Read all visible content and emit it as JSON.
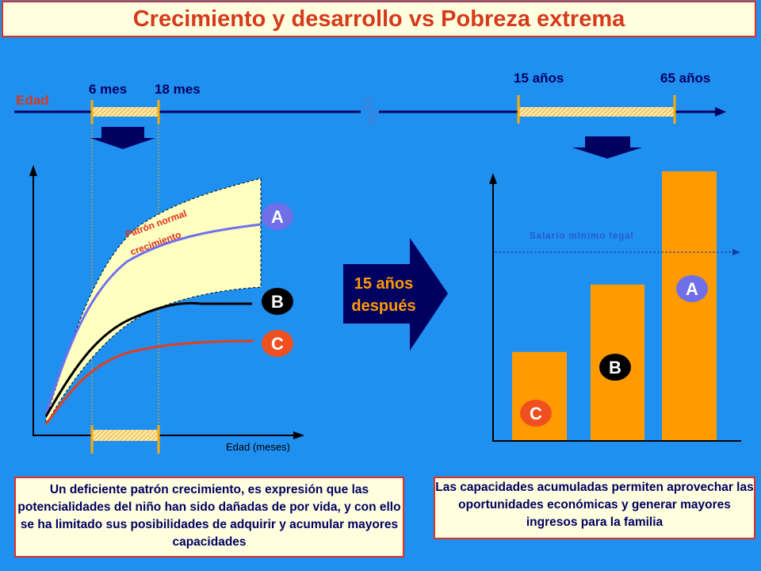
{
  "title": "Crecimiento y desarrollo vs  Pobreza extrema",
  "timeline": {
    "label": "Edad",
    "mark_6": "6 mes",
    "mark_18": "18 mes",
    "mark_15": "15 años",
    "mark_65": "65 años"
  },
  "left_chart": {
    "band_label_line1": "Patrón normal",
    "band_label_line2": "crecimiento",
    "xlabel": "Edad (meses)",
    "curve_labels": [
      "A",
      "B",
      "C"
    ]
  },
  "arrow": {
    "line1": "15 años",
    "line2": "después"
  },
  "right_chart": {
    "threshold_label": "Salario mínimo legal",
    "bar_labels": [
      "C",
      "B",
      "A"
    ]
  },
  "chart_data": [
    {
      "type": "line",
      "xlabel": "Edad (meses)",
      "series": [
        {
          "name": "A"
        },
        {
          "name": "B"
        },
        {
          "name": "C"
        }
      ]
    },
    {
      "type": "bar",
      "categories": [
        "C",
        "B",
        "A"
      ],
      "values": [
        33,
        58,
        100
      ],
      "ylim": [
        0,
        100
      ],
      "threshold": {
        "label": "Salario mínimo legal",
        "value": 70
      }
    }
  ],
  "notes": {
    "left": "Un deficiente patrón crecimiento, es expresión que las potencialidades del niño han sido dañadas de por vida, y con ello se ha limitado sus posibilidades de adquirir y acumular mayores capacidades",
    "right": "Las capacidades acumuladas permiten aprovechar las oportunidades económicas y generar mayores ingresos para la familia"
  },
  "colors": {
    "background": "#1f8ff0",
    "title_text": "#d63a1c",
    "box_fill": "#ffffe0",
    "box_border": "#e03020",
    "navy": "#000060",
    "orange_bar": "#ff9a00",
    "curve_a": "#7070ee",
    "curve_b": "#000000",
    "curve_c": "#e04020",
    "badge_a": "#6f6fe8",
    "badge_c": "#f05020"
  }
}
